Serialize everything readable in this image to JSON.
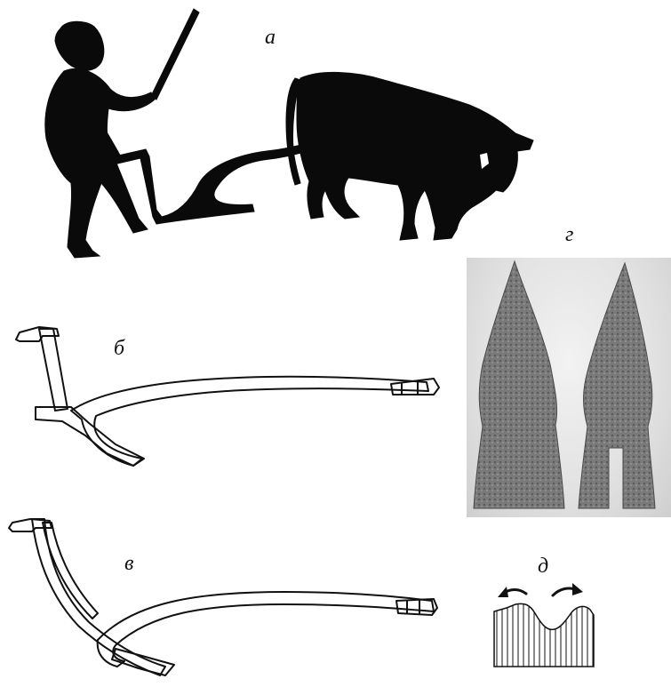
{
  "labels": {
    "a": "а",
    "b": "б",
    "v": "в",
    "g": "г",
    "d": "д"
  },
  "colors": {
    "silhouette": "#0a0a0a",
    "line": "#111111",
    "photo_background": "#e4e4e4",
    "artifact": "#7a7a7a",
    "artifact_dark": "#4a4a4a"
  }
}
